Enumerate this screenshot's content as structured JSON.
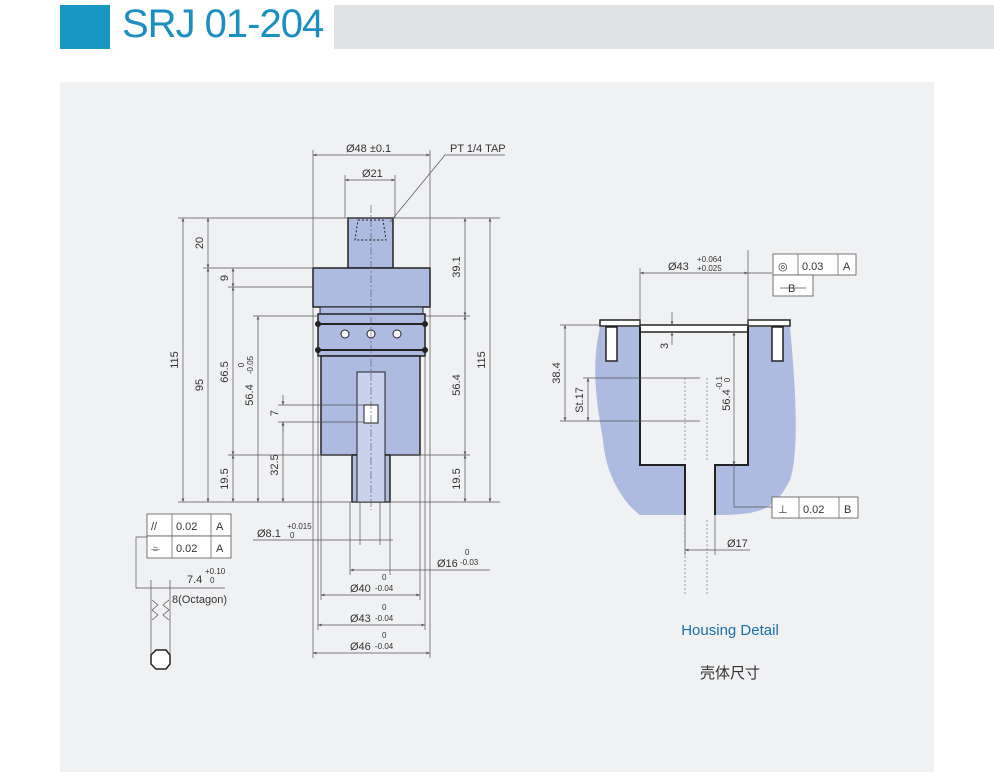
{
  "header": {
    "title": "SRJ 01-204",
    "accent_color": "#1897c2"
  },
  "main_view": {
    "d48": "Ø48 ±0.1",
    "tap": "PT 1/4 TAP",
    "d21": "Ø21",
    "v20": "20",
    "v9": "9",
    "v66_5": "66.5",
    "v56_4_left": "56.4",
    "v56_4_tol_upper": "0",
    "v56_4_tol_lower": "-0.05",
    "v7": "7",
    "v95": "95",
    "v115_left": "115",
    "v19_5_left": "19.5",
    "v32_5": "32.5",
    "v39_1": "39.1",
    "v56_4_right": "56.4",
    "v115_right": "115",
    "v19_5_right": "19.5",
    "d8_1": "Ø8.1",
    "d8_1_upper": "+0.015",
    "d8_1_lower": "0",
    "d16": "Ø16",
    "d16_upper": "0",
    "d16_lower": "-0.03",
    "d40": "Ø40",
    "d43": "Ø43",
    "d46": "Ø46",
    "tol_upper": "0",
    "tol_lower": "-0.04"
  },
  "tolerance_frames": [
    {
      "symbol": "//",
      "value": "0.02",
      "datum": "A"
    },
    {
      "symbol": "⌯",
      "value": "0.02",
      "datum": "A"
    }
  ],
  "octagon": {
    "width": "7.4",
    "upper": "+0.10",
    "lower": "0",
    "label": "8(Octagon)"
  },
  "housing": {
    "d43": "Ø43",
    "d43_upper": "+0.064",
    "d43_lower": "+0.025",
    "concentric": {
      "symbol": "◎",
      "value": "0.03",
      "datum": "A"
    },
    "datum_b": "B",
    "v3": "3",
    "v38_4": "38.4",
    "st17": "St.17",
    "v56_4": "56.4",
    "v56_4_upper": "-0.1",
    "v56_4_lower": "0",
    "perpendicular": {
      "symbol": "⊥",
      "value": "0.02",
      "datum": "B"
    },
    "d17": "Ø17",
    "caption": "Housing Detail",
    "caption_cn": "壳体尺寸"
  }
}
